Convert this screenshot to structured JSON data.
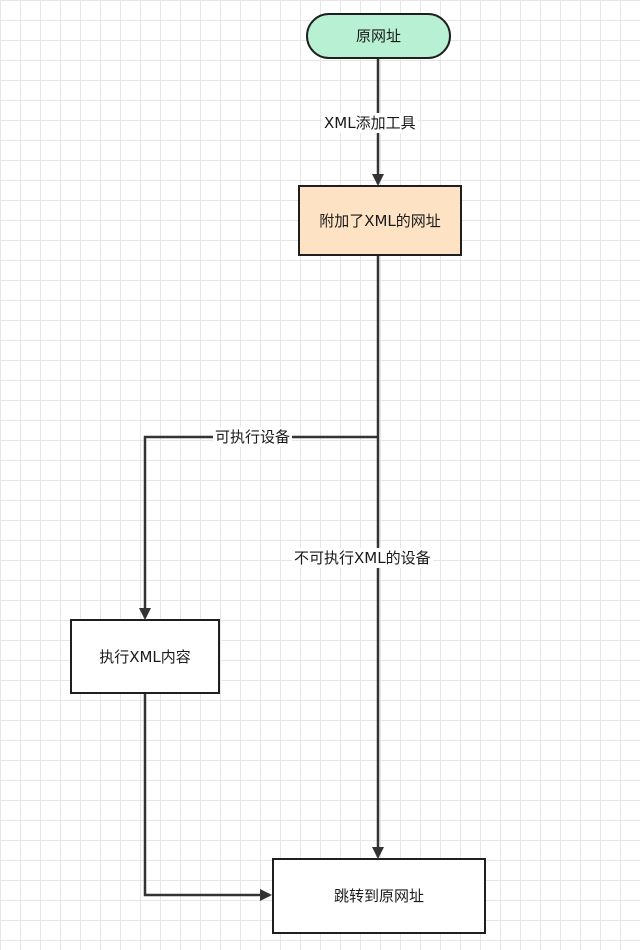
{
  "nodes": {
    "start": {
      "label": "原网址",
      "fill": "#b7f0d2"
    },
    "xml_url": {
      "label": "附加了XML的网址",
      "fill": "#fde2c4"
    },
    "exec_xml": {
      "label": "执行XML内容",
      "fill": "#ffffff"
    },
    "redirect": {
      "label": "跳转到原网址",
      "fill": "#ffffff"
    }
  },
  "edges": {
    "add_tool": "XML添加工具",
    "capable": "可执行设备",
    "not_capable": "不可执行XML的设备"
  },
  "colors": {
    "line": "#333333",
    "border": "#1f1f1f"
  }
}
